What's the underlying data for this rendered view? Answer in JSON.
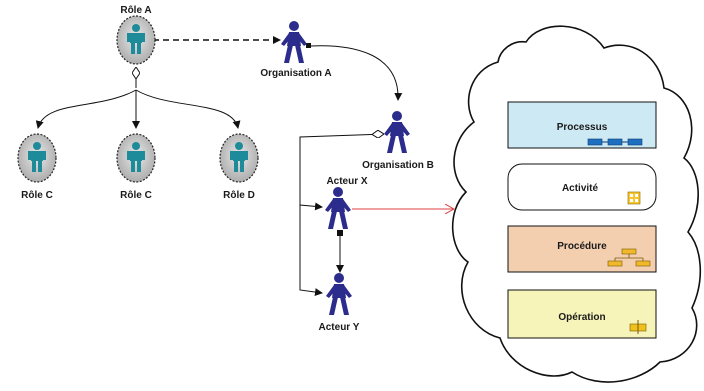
{
  "roles": {
    "a": "Rôle A",
    "c1": "Rôle C",
    "c2": "Rôle C",
    "d": "Rôle D"
  },
  "actors": {
    "org_a": "Organisation A",
    "org_b": "Organisation B",
    "x": "Acteur X",
    "y": "Acteur Y"
  },
  "boxes": {
    "processus": "Processus",
    "activite": "Activité",
    "procedure": "Procédure",
    "operation": "Opération"
  },
  "colors": {
    "actor": "#2c2c8c",
    "role_figure": "#1e8b9a",
    "role_disc": "#c8c8c8",
    "processus_fill": "#cde9f4",
    "procedure_fill": "#f3cfb0",
    "operation_fill": "#f6f4b8",
    "activite_fill": "#ffffff",
    "link_red": "#e04040"
  }
}
